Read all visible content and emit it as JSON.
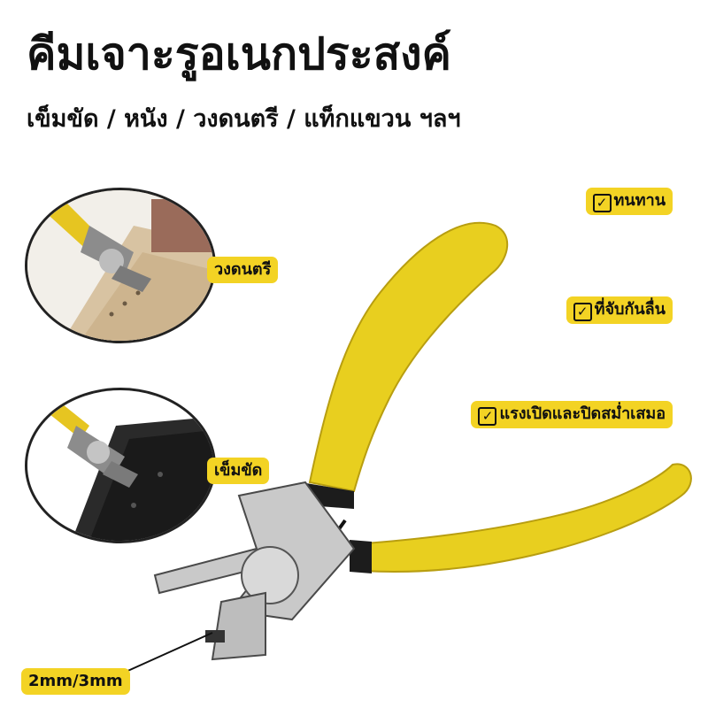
{
  "header": {
    "title": "คีมเจาะรูอเนกประสงค์",
    "subtitle": "เข็มขัด / หนัง / วงดนตรี / แท็กแขวน ฯลฯ"
  },
  "insets": {
    "music_label": "วงดนตรี",
    "belt_label": "เข็มขัด"
  },
  "features": {
    "durable": "ทนทาน",
    "grip": "ที่จับกันลื่น",
    "spring": "แรงเปิดและปิดสม่ำเสมอ"
  },
  "size_label": "2mm/3mm",
  "colors": {
    "accent": "#f3d324",
    "handle": "#e8cf1f",
    "metal": "#c9c9c9"
  },
  "icons": {
    "check": "checkbox-icon"
  }
}
